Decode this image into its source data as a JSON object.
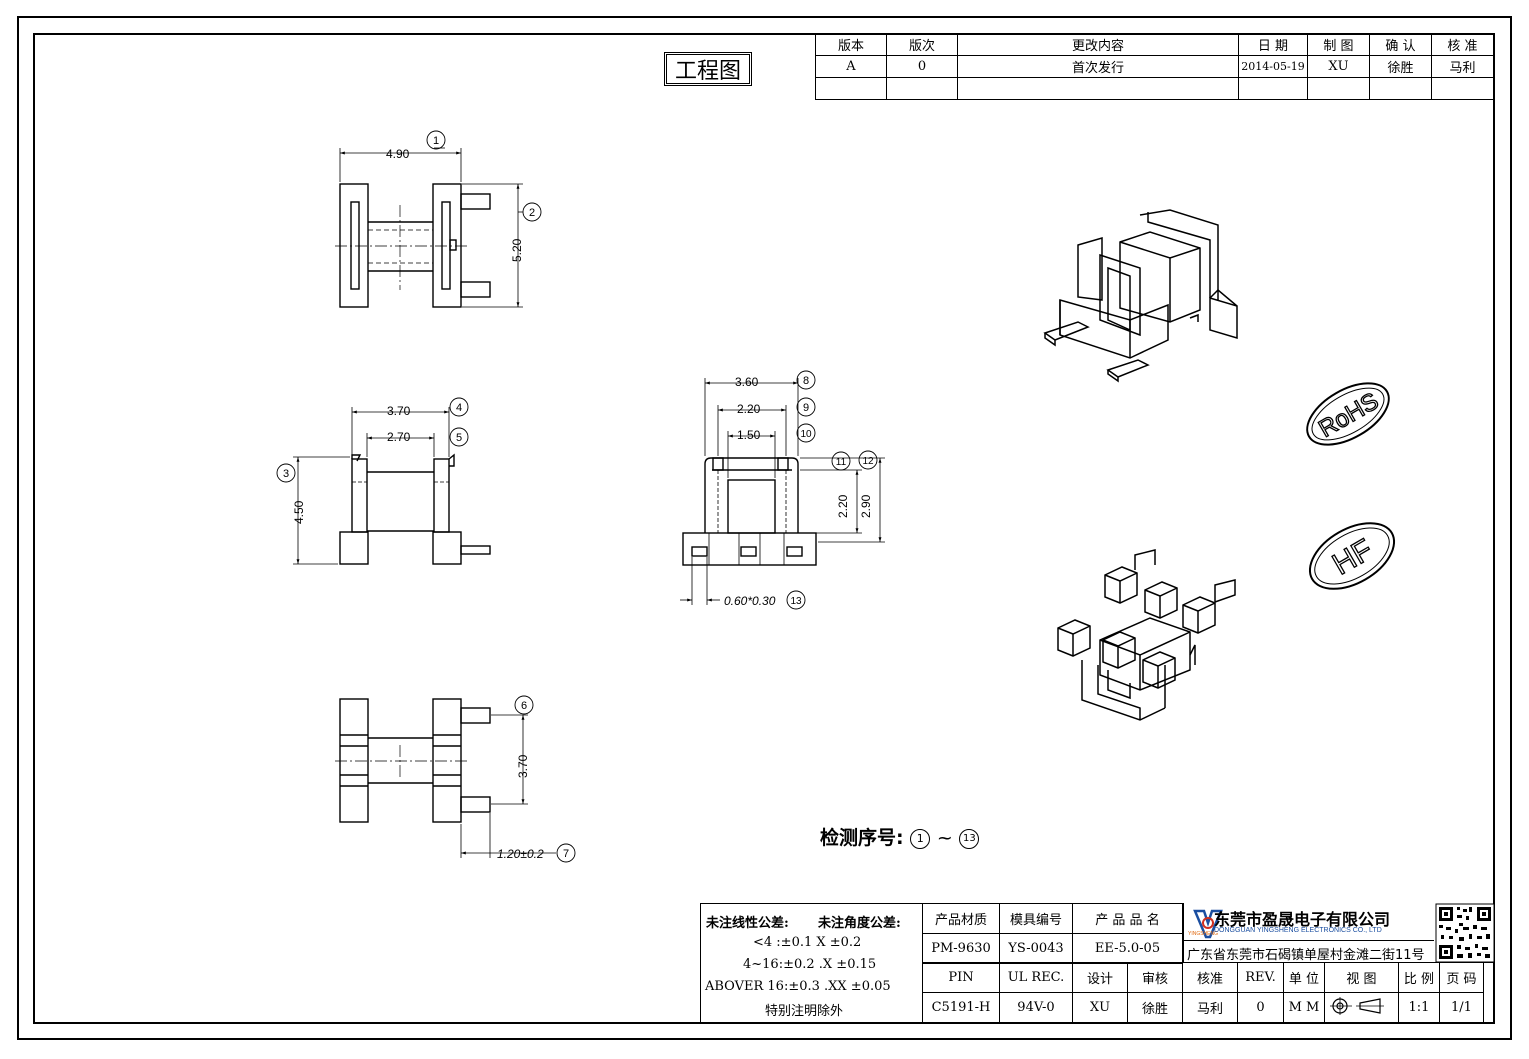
{
  "title": "工程图",
  "revision_table": {
    "headers": [
      "版本",
      "版次",
      "更改内容",
      "日 期",
      "制 图",
      "确 认",
      "核 准"
    ],
    "rows": [
      [
        "A",
        "0",
        "首次发行",
        "2014-05-19",
        "XU",
        "徐胜",
        "马利"
      ],
      [
        "",
        "",
        "",
        "",
        "",
        "",
        ""
      ]
    ]
  },
  "dimensions": {
    "d1": "4.90",
    "d2": "5.20",
    "d3": "4.50",
    "d4": "3.70",
    "d5": "2.70",
    "d6": "3.70",
    "d7": "1.20±0.2",
    "d8": "3.60",
    "d9": "2.20",
    "d10": "1.50",
    "d11": "2.20",
    "d12": "2.90",
    "d13": "0.60*0.30"
  },
  "balloons": [
    "1",
    "2",
    "3",
    "4",
    "5",
    "6",
    "7",
    "8",
    "9",
    "10",
    "11",
    "12",
    "13"
  ],
  "stamps": {
    "rohs": "RoHS",
    "hf": "HF"
  },
  "inspection": {
    "label": "检测序号:",
    "range_start": "1",
    "tilde": "~",
    "range_end": "13"
  },
  "tolerance": {
    "linear_label": "未注线性公差:",
    "angle_label": "未注角度公差:",
    "line1": "<4 :±0.1  X ±0.2",
    "line2": "4~16:±0.2  .X ±0.15",
    "line3": "ABOVER 16:±0.3  .XX ±0.05",
    "line4": "特别注明除外"
  },
  "title_block": {
    "row1_labels": [
      "产品材质",
      "模具编号",
      "产 品 品 名"
    ],
    "row2_values": [
      "PM-9630",
      "YS-0043",
      "EE-5.0-05"
    ],
    "row3_labels": [
      "PIN",
      "UL REC.",
      "设计",
      "审核",
      "核准",
      "REV.",
      "单 位",
      "视 图",
      "比 例",
      "页 码"
    ],
    "row4_values": [
      "C5191-H",
      "94V-0",
      "XU",
      "徐胜",
      "马利",
      "0",
      "M M",
      "",
      "1:1",
      "1/1"
    ]
  },
  "company": {
    "name": "东莞市盈晟电子有限公司",
    "logo_text": "YINGSHENG",
    "english": "DONGGUAN YINGSHENG ELECTRONICS CO., LTD",
    "address": "广东省东莞市石碣镇单屋村金滩二街11号"
  }
}
